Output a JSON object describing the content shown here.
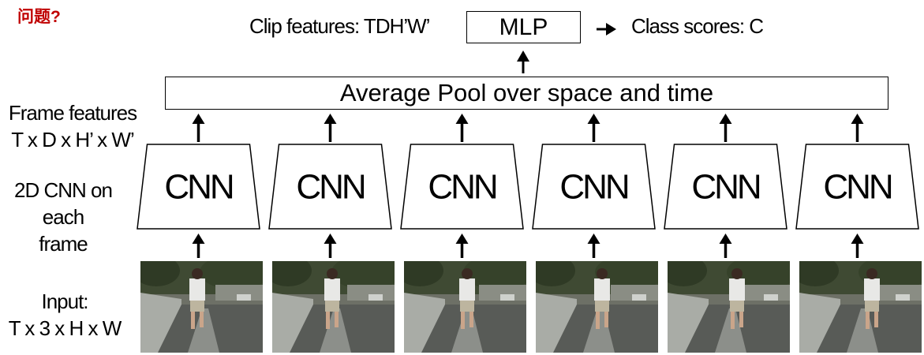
{
  "header": {
    "question": "问题?"
  },
  "top": {
    "clip_label": "Clip features: TDH’W’",
    "mlp_label": "MLP",
    "class_label": "Class scores: C"
  },
  "pool_label": "Average Pool over space and time",
  "side_labels": {
    "frame_features": [
      "Frame features",
      "T x D x H’ x W’"
    ],
    "cnn": [
      "2D CNN on",
      "each",
      "frame"
    ],
    "input": [
      "Input:",
      "T x 3 x H x W"
    ]
  },
  "cnn_label": "CNN",
  "frame_count": 6,
  "colors": {
    "question": "#c00000",
    "stroke": "#000000"
  }
}
